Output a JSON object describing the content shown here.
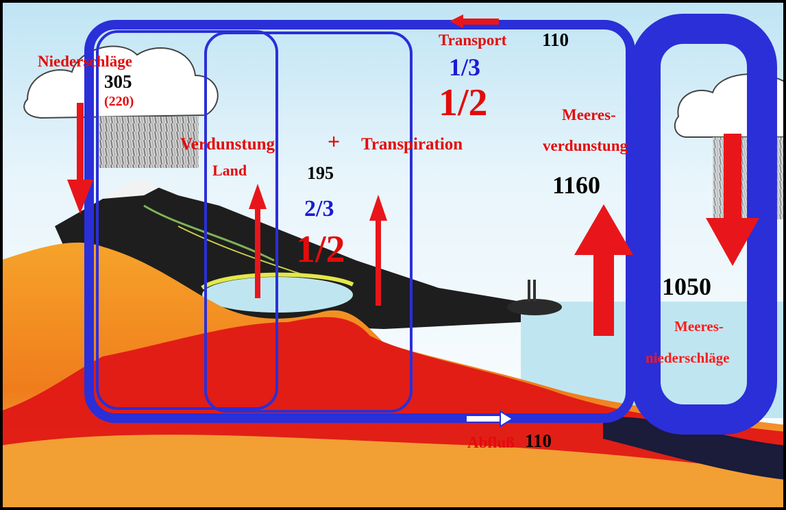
{
  "labels": {
    "niederschlaege": "Niederschläge",
    "niederschlaege_value": "305",
    "niederschlaege_sub": "(220)",
    "verdunstung": "Verdunstung",
    "plus": "+",
    "transpiration": "Transpiration",
    "land": "Land",
    "land_value": "195",
    "land_fraction_blue": "2/3",
    "land_fraction_red": "1/2",
    "transport_label": "Transport",
    "transport_value": "110",
    "transport_fraction_blue": "1/3",
    "transport_fraction_red": "1/2",
    "meeres_verdunstung_1": "Meeres-",
    "meeres_verdunstung_2": "verdunstung",
    "meeres_verdunstung_value": "1160",
    "meeres_niederschlaege_value": "1050",
    "meeres_niederschlaege_1": "Meeres-",
    "meeres_niederschlaege_2": "niederschläge",
    "abfluss_label": "Abfluß",
    "abfluss_value": "110"
  },
  "colors": {
    "frame_blue": "#2a2fd8",
    "arrow_red": "#e8161b",
    "sky": "#cfe9f6",
    "ground_orange": "#f08a1e",
    "ground_red": "#e01515",
    "mountain_dark": "#1e1e1e",
    "water": "#bfe6f0"
  }
}
